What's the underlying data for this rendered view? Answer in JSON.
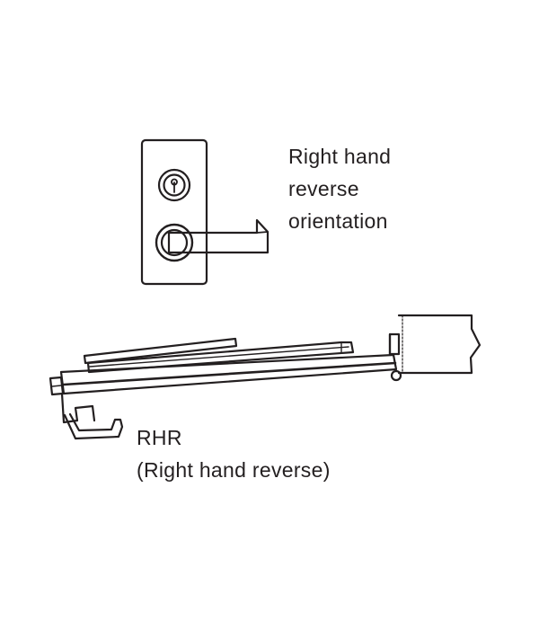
{
  "lever_diagram": {
    "caption_lines": [
      "Right hand",
      "reverse",
      "orientation"
    ]
  },
  "door_diagram": {
    "code": "RHR",
    "description": "(Right hand reverse)"
  },
  "colors": {
    "line": "#231f20",
    "background": "#ffffff"
  }
}
